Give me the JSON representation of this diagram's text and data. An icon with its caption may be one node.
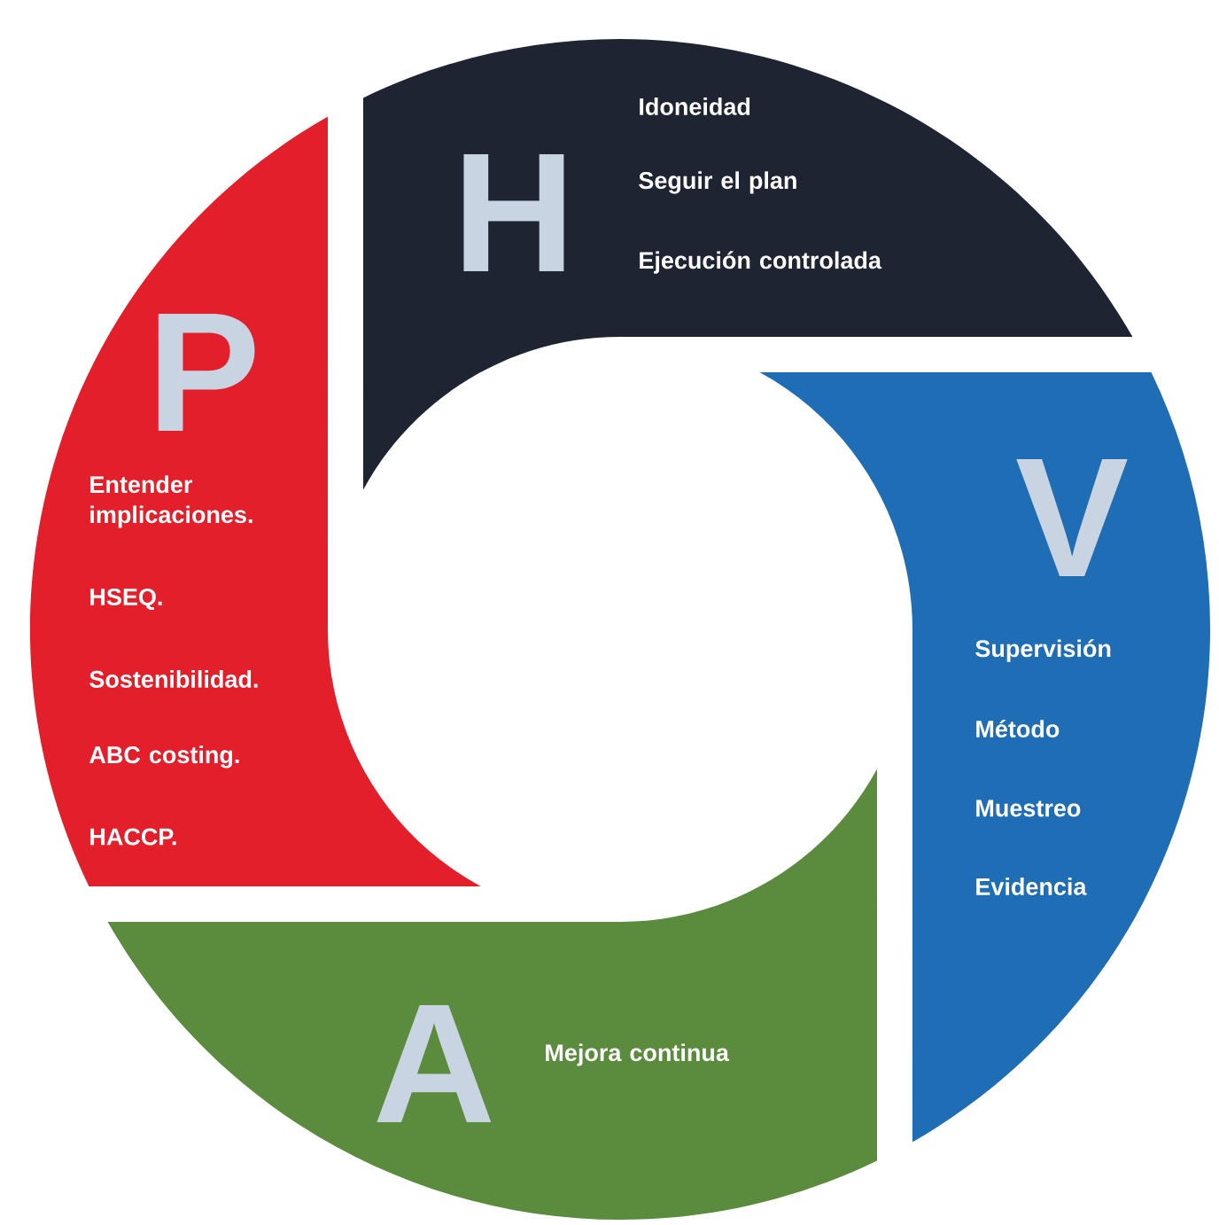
{
  "diagram": {
    "nodes": [
      {
        "text": [
          "P",
          "Entender implicaciones.",
          "HSEQ.",
          "Sostenibilidad.",
          "ABC costing.",
          "HACCP."
        ]
      },
      {
        "text": [
          "H",
          "Idoneidad",
          "Seguir el plan",
          "Ejecución controlada"
        ]
      },
      {
        "text": [
          "V",
          "Supervisión",
          "Método",
          "Muestreo",
          "Evidencia"
        ]
      },
      {
        "text": [
          "A",
          "Mejora continua"
        ]
      }
    ]
  }
}
